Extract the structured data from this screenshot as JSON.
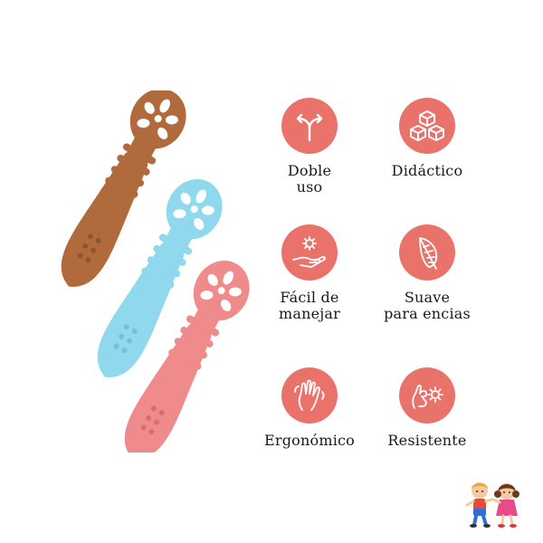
{
  "colors": {
    "accent": "#e9736a",
    "spoon_brown": "#b06a3b",
    "spoon_blue": "#8fd8ee",
    "spoon_pink": "#f08b8b",
    "text": "#1a1a1a"
  },
  "features": [
    {
      "label": "Doble\nuso",
      "icon": "split-arrows-icon"
    },
    {
      "label": "Didáctico",
      "icon": "blocks-icon"
    },
    {
      "label": "Fácil de\nmanejar",
      "icon": "hand-gear-icon"
    },
    {
      "label": "Suave\npara encias",
      "icon": "feather-icon"
    },
    {
      "label": "Ergonómico",
      "icon": "hand-icon"
    },
    {
      "label": "Resistente",
      "icon": "ok-hand-gear-icon"
    }
  ],
  "product": {
    "spoons": [
      "brown",
      "blue",
      "pink"
    ]
  },
  "logo": {
    "type": "kids-cartoon-logo"
  }
}
